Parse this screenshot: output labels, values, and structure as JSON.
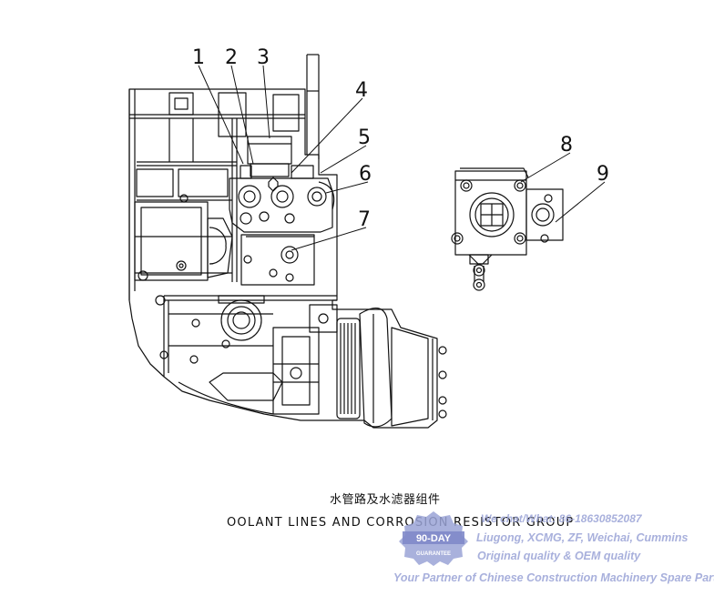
{
  "diagram": {
    "callouts": [
      "1",
      "2",
      "3",
      "4",
      "5",
      "6",
      "7",
      "8",
      "9"
    ],
    "title_cn": "水管路及水滤器组件",
    "title_en": "OOLANT LINES AND CORROSION RESISTOR GROUP",
    "line_color": "#111111"
  },
  "watermark": {
    "line1": "We chat/What: 86-18630852087",
    "line2": "Liugong, XCMG, ZF, Weichai, Cummins",
    "line3": "Original quality & OEM quality",
    "line4": "Your Partner of Chinese Construction Machinery Spare Parts",
    "seal_top": "90-DAY",
    "seal_bottom": "GUARANTEE",
    "color": "#9aa3d6"
  }
}
